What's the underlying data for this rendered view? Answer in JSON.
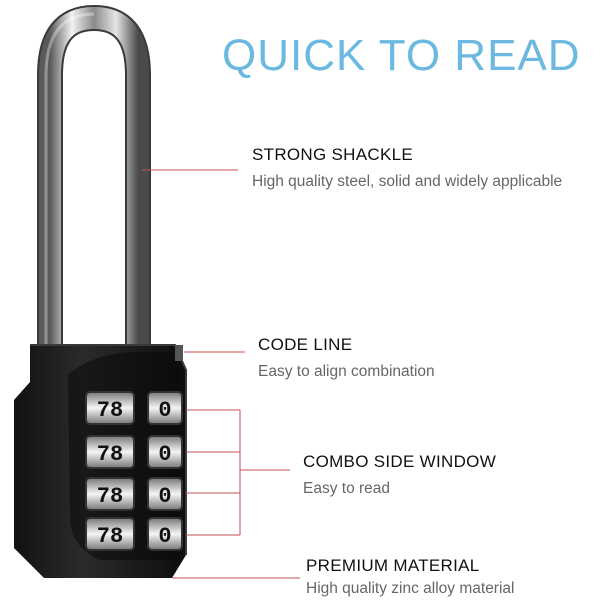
{
  "title": "QUICK TO READ",
  "features": [
    {
      "heading": "STRONG SHACKLE",
      "desc": "High quality steel, solid and widely applicable"
    },
    {
      "heading": "CODE LINE",
      "desc": "Easy to align combination"
    },
    {
      "heading": "COMBO SIDE WINDOW",
      "desc": "Easy to read"
    },
    {
      "heading": "PREMIUM MATERIAL",
      "desc": "High quality zinc alloy material"
    }
  ],
  "dials": [
    {
      "side": "78",
      "front": "0"
    },
    {
      "side": "78",
      "front": "0"
    },
    {
      "side": "78",
      "front": "0"
    },
    {
      "side": "78",
      "front": "0"
    }
  ],
  "colors": {
    "title": "#6bb8e0",
    "leader": "#c0504d",
    "lock_body": "#1a1a1a"
  }
}
